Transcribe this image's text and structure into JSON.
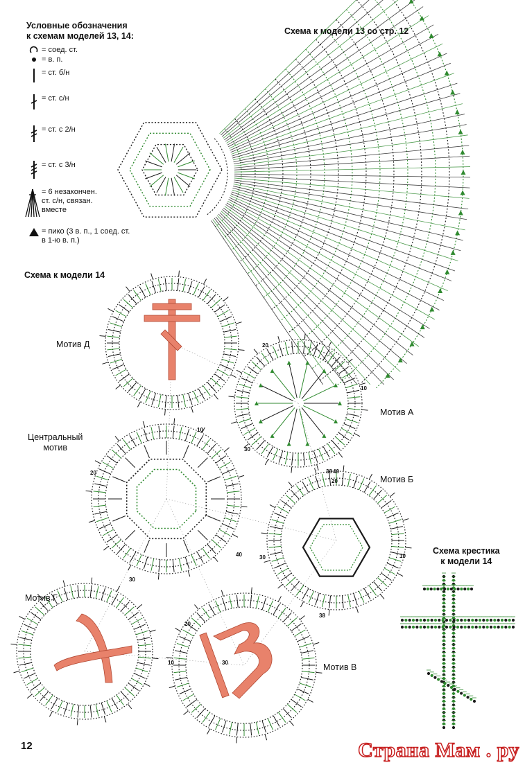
{
  "legend": {
    "title_line1": "Условные обозначения",
    "title_line2": "к схемам моделей 13, 14:",
    "items": [
      {
        "icon": "slip-stitch-icon",
        "text": "= соед. ст."
      },
      {
        "icon": "chain-icon",
        "text": "= в. п."
      },
      {
        "icon": "single-crochet-icon",
        "text": "= ст. б/н"
      },
      {
        "icon": "double-crochet-icon",
        "text": "= ст. с/н"
      },
      {
        "icon": "treble-crochet-icon",
        "text": "= ст. с 2/н"
      },
      {
        "icon": "double-treble-icon",
        "text": "= ст. с 3/н"
      },
      {
        "icon": "cluster-icon",
        "text": "= 6 незакончен.",
        "text2": "ст. с/н, связан.",
        "text3": "вместе"
      },
      {
        "icon": "picot-icon",
        "text": "= пико (3 в. п., 1 соед. ст.",
        "text2": "в 1-ю в. п.)"
      }
    ]
  },
  "headers": {
    "scheme13": "Схема к модели 13 со стр. 12",
    "scheme14": "Схема к модели 14",
    "cross_line1": "Схема крестика",
    "cross_line2": "к модели 14"
  },
  "motifs": {
    "d": "Мотив Д",
    "central_line1": "Центральный",
    "central_line2": "мотив",
    "a": "Мотив А",
    "b": "Мотив Б",
    "g": "Мотив Г",
    "v": "Мотив В"
  },
  "row_numbers": [
    "20",
    "10",
    "30",
    "20",
    "10",
    "40",
    "38",
    "30",
    "20",
    "10",
    "38",
    "30",
    "20",
    "10",
    "40",
    "30"
  ],
  "page_number": "12",
  "watermark": "Страна Мам . ру",
  "colors": {
    "ink": "#1a1a1a",
    "green": "#2f8a2f",
    "salmon": "#e8826b"
  }
}
